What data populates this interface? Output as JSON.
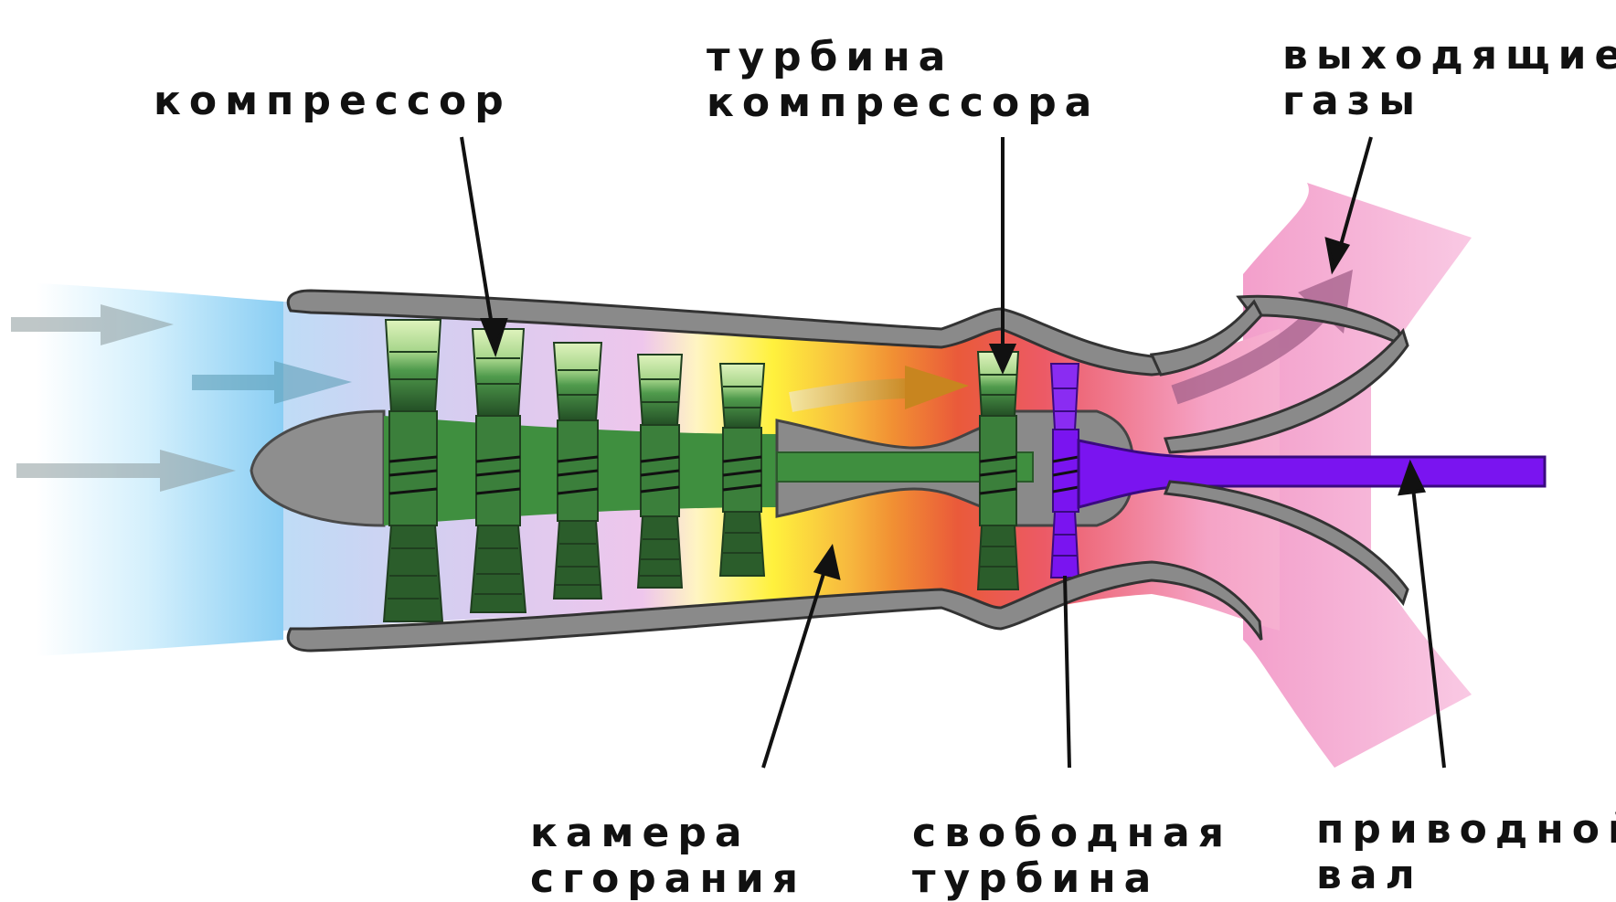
{
  "labels": {
    "compressor": {
      "lines": [
        "компрессор"
      ]
    },
    "compressor_turbine": {
      "lines": [
        "турбина",
        "компрессора"
      ]
    },
    "exhaust_gases": {
      "lines": [
        "выходящие",
        "газы"
      ]
    },
    "combustion_chamber": {
      "lines": [
        "камера",
        "сгорания"
      ]
    },
    "free_turbine": {
      "lines": [
        "свободная",
        "турбина"
      ]
    },
    "drive_shaft": {
      "lines": [
        "приводной",
        "вал"
      ]
    }
  },
  "colors": {
    "intake_air": "#8fd0f3",
    "compressor_zone": "#dcc8ec",
    "combustion_yellow": "#fff13d",
    "combustion_orange": "#f29a35",
    "hot_gas_red": "#e7424f",
    "exhaust_pink": "#f6a8d4",
    "rotor_green": "#3c8a3c",
    "blade_light": "#d6f0b0",
    "blade_dark": "#28582a",
    "casing_gray": "#7c7c7c",
    "free_turbine_purple": "#7a14f0",
    "pointer_black": "#111111"
  }
}
